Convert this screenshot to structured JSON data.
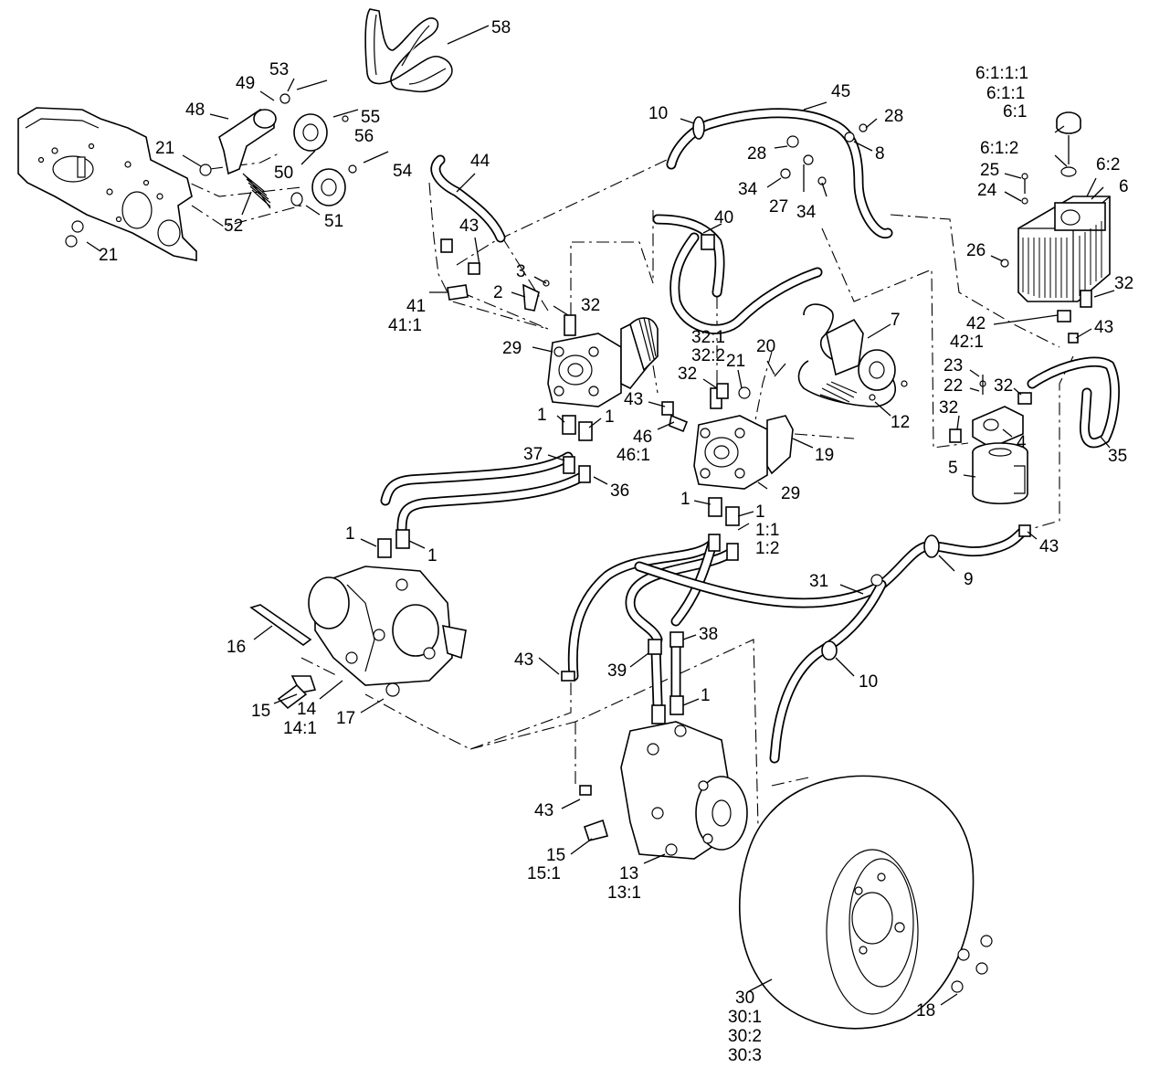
{
  "diagram": {
    "callouts": [
      {
        "id": "c58",
        "text": "58"
      },
      {
        "id": "c53",
        "text": "53"
      },
      {
        "id": "c49",
        "text": "49"
      },
      {
        "id": "c48",
        "text": "48"
      },
      {
        "id": "c55",
        "text": "55"
      },
      {
        "id": "c56",
        "text": "56"
      },
      {
        "id": "c21a",
        "text": "21"
      },
      {
        "id": "c50",
        "text": "50"
      },
      {
        "id": "c54",
        "text": "54"
      },
      {
        "id": "c52",
        "text": "52"
      },
      {
        "id": "c51",
        "text": "51"
      },
      {
        "id": "c21b",
        "text": "21"
      },
      {
        "id": "c10a",
        "text": "10"
      },
      {
        "id": "c45",
        "text": "45"
      },
      {
        "id": "c28a",
        "text": "28"
      },
      {
        "id": "c28b",
        "text": "28"
      },
      {
        "id": "c8",
        "text": "8"
      },
      {
        "id": "c34a",
        "text": "34"
      },
      {
        "id": "c27",
        "text": "27"
      },
      {
        "id": "c34b",
        "text": "34"
      },
      {
        "id": "c44",
        "text": "44"
      },
      {
        "id": "c40",
        "text": "40"
      },
      {
        "id": "c43a",
        "text": "43"
      },
      {
        "id": "c3",
        "text": "3"
      },
      {
        "id": "c2",
        "text": "2"
      },
      {
        "id": "c41",
        "text": "41"
      },
      {
        "id": "c411",
        "text": "41:1"
      },
      {
        "id": "c32a",
        "text": "32"
      },
      {
        "id": "c29a",
        "text": "29"
      },
      {
        "id": "c321",
        "text": "32:1"
      },
      {
        "id": "c322",
        "text": "32:2"
      },
      {
        "id": "c32b",
        "text": "32"
      },
      {
        "id": "c21c",
        "text": "21"
      },
      {
        "id": "c20",
        "text": "20"
      },
      {
        "id": "c7",
        "text": "7"
      },
      {
        "id": "c12",
        "text": "12"
      },
      {
        "id": "c43b",
        "text": "43"
      },
      {
        "id": "c46",
        "text": "46"
      },
      {
        "id": "c461",
        "text": "46:1"
      },
      {
        "id": "c1a",
        "text": "1"
      },
      {
        "id": "c1b",
        "text": "1"
      },
      {
        "id": "c37",
        "text": "37"
      },
      {
        "id": "c36",
        "text": "36"
      },
      {
        "id": "c19",
        "text": "19"
      },
      {
        "id": "c29b",
        "text": "29"
      },
      {
        "id": "c1c",
        "text": "1"
      },
      {
        "id": "c1d",
        "text": "1"
      },
      {
        "id": "c11",
        "text": "1:1"
      },
      {
        "id": "c12b",
        "text": "1:2"
      },
      {
        "id": "c1e",
        "text": "1"
      },
      {
        "id": "c1f",
        "text": "1"
      },
      {
        "id": "c6111",
        "text": "6:1:1:1"
      },
      {
        "id": "c611",
        "text": "6:1:1"
      },
      {
        "id": "c61",
        "text": "6:1"
      },
      {
        "id": "c612",
        "text": "6:1:2"
      },
      {
        "id": "c62",
        "text": "6:2"
      },
      {
        "id": "c25",
        "text": "25"
      },
      {
        "id": "c6",
        "text": "6"
      },
      {
        "id": "c24",
        "text": "24"
      },
      {
        "id": "c26",
        "text": "26"
      },
      {
        "id": "c32c",
        "text": "32"
      },
      {
        "id": "c42",
        "text": "42"
      },
      {
        "id": "c421",
        "text": "42:1"
      },
      {
        "id": "c43c",
        "text": "43"
      },
      {
        "id": "c23",
        "text": "23"
      },
      {
        "id": "c22",
        "text": "22"
      },
      {
        "id": "c32d",
        "text": "32"
      },
      {
        "id": "c32e",
        "text": "32"
      },
      {
        "id": "c4",
        "text": "4"
      },
      {
        "id": "c35",
        "text": "35"
      },
      {
        "id": "c5",
        "text": "5"
      },
      {
        "id": "c43d",
        "text": "43"
      },
      {
        "id": "c9",
        "text": "9"
      },
      {
        "id": "c31",
        "text": "31"
      },
      {
        "id": "c16",
        "text": "16"
      },
      {
        "id": "c43e",
        "text": "43"
      },
      {
        "id": "c39",
        "text": "39"
      },
      {
        "id": "c38",
        "text": "38"
      },
      {
        "id": "c10b",
        "text": "10"
      },
      {
        "id": "c15a",
        "text": "15"
      },
      {
        "id": "c14",
        "text": "14"
      },
      {
        "id": "c141",
        "text": "14:1"
      },
      {
        "id": "c17",
        "text": "17"
      },
      {
        "id": "c1g",
        "text": "1"
      },
      {
        "id": "c43f",
        "text": "43"
      },
      {
        "id": "c15b",
        "text": "15"
      },
      {
        "id": "c151",
        "text": "15:1"
      },
      {
        "id": "c13",
        "text": "13"
      },
      {
        "id": "c131",
        "text": "13:1"
      },
      {
        "id": "c30",
        "text": "30"
      },
      {
        "id": "c301",
        "text": "30:1"
      },
      {
        "id": "c302",
        "text": "30:2"
      },
      {
        "id": "c303",
        "text": "30:3"
      },
      {
        "id": "c18",
        "text": "18"
      }
    ]
  }
}
